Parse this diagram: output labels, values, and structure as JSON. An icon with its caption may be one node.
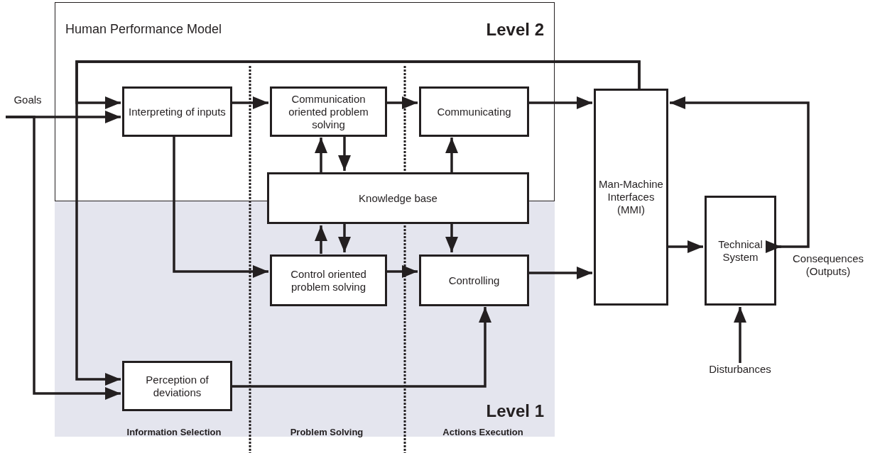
{
  "diagram": {
    "nodes": [
      {
        "text": [
          "Human Performance Model",
          "Level 2"
        ]
      },
      {
        "text": [
          "Level 1"
        ],
        "in": 0
      },
      {
        "text": [
          "Goals"
        ]
      },
      {
        "text": [
          "Interpreting of inputs"
        ],
        "in": 0
      },
      {
        "text": [
          "Communication oriented problem solving"
        ],
        "in": 0
      },
      {
        "text": [
          "Communicating"
        ],
        "in": 0
      },
      {
        "text": [
          "Knowledge base"
        ],
        "in": 0
      },
      {
        "text": [
          "Control oriented problem solving"
        ],
        "in": 1
      },
      {
        "text": [
          "Controlling"
        ],
        "in": 1
      },
      {
        "text": [
          "Perception of deviations"
        ],
        "in": 1
      },
      {
        "text": [
          "Man-Machine Interfaces (MMI)"
        ]
      },
      {
        "text": [
          "Technical System"
        ]
      },
      {
        "text": [
          "Consequences (Outputs)"
        ]
      },
      {
        "text": [
          "Disturbances"
        ]
      }
    ],
    "edges": [
      {
        "from": 2,
        "to": 3,
        "arrow": "to"
      },
      {
        "from": 2,
        "to": 9,
        "arrow": "to"
      },
      {
        "from": 10,
        "to": 3,
        "arrow": "to"
      },
      {
        "from": 10,
        "to": 9,
        "arrow": "to"
      },
      {
        "from": 3,
        "to": 4,
        "arrow": "to"
      },
      {
        "from": 3,
        "to": 7,
        "arrow": "to"
      },
      {
        "from": 4,
        "to": 5,
        "arrow": "to"
      },
      {
        "from": 4,
        "to": 6,
        "arrow": "to"
      },
      {
        "from": 6,
        "to": 4,
        "arrow": "to"
      },
      {
        "from": 6,
        "to": 5,
        "arrow": "to"
      },
      {
        "from": 6,
        "to": 7,
        "arrow": "to"
      },
      {
        "from": 7,
        "to": 6,
        "arrow": "to"
      },
      {
        "from": 6,
        "to": 8,
        "arrow": "to"
      },
      {
        "from": 7,
        "to": 8,
        "arrow": "to"
      },
      {
        "from": 9,
        "to": 8,
        "arrow": "to"
      },
      {
        "from": 5,
        "to": 10,
        "arrow": "to"
      },
      {
        "from": 8,
        "to": 10,
        "arrow": "to"
      },
      {
        "from": 10,
        "to": 11,
        "arrow": "to"
      },
      {
        "from": 11,
        "to": 12,
        "arrow": "to"
      },
      {
        "from": 11,
        "to": 10,
        "arrow": "to"
      },
      {
        "from": 13,
        "to": 11,
        "arrow": "to"
      }
    ],
    "labels": [
      "Information Selection",
      "Problem Solving",
      "Actions Execution"
    ]
  }
}
